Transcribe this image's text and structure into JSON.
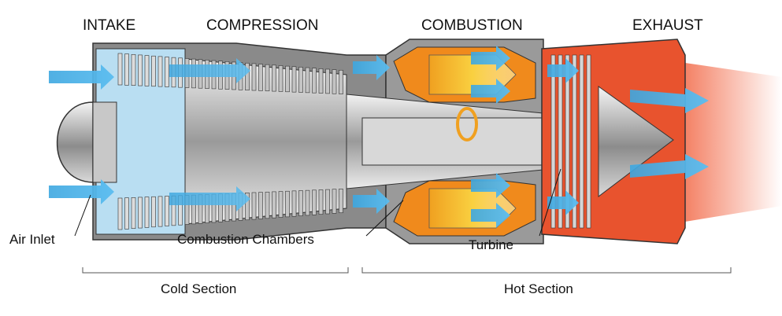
{
  "stages": {
    "intake": "INTAKE",
    "compression": "COMPRESSION",
    "combustion": "COMBUSTION",
    "exhaust": "EXHAUST"
  },
  "callouts": {
    "air_inlet": "Air Inlet",
    "combustion_chambers": "Combustion Chambers",
    "turbine": "Turbine"
  },
  "sections": {
    "cold": "Cold Section",
    "hot": "Hot Section"
  },
  "colors": {
    "flow_arrow": "#3da7e0",
    "casing": "#7a7a7a",
    "hot_casing": "#e8532e",
    "combustor": "#f08a1c",
    "flame": "#f7c230",
    "intake_blue": "#b9def2"
  }
}
